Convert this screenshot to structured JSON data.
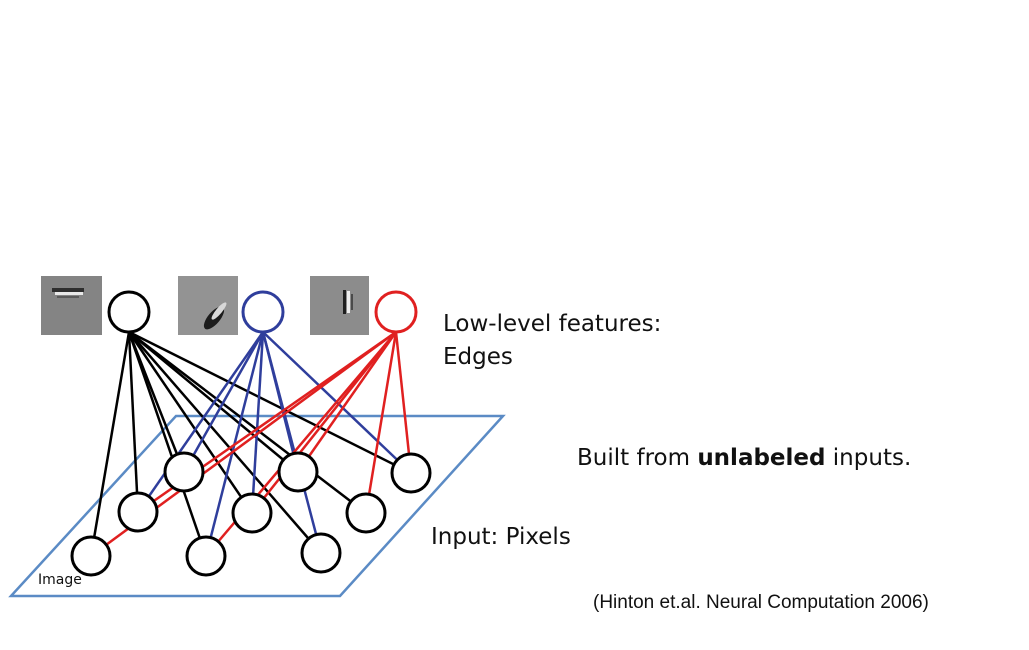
{
  "labels": {
    "low_level_line1": "Low-level features:",
    "low_level_line2": "Edges",
    "built_prefix": "Built from ",
    "built_bold": "unlabeled",
    "built_suffix": " inputs.",
    "input_pixels": "Input: Pixels",
    "image": "Image",
    "citation": "(Hinton et.al. Neural Computation 2006)"
  },
  "colors": {
    "black_unit": "#000000",
    "blue_unit": "#2f3e9c",
    "red_unit": "#e02020",
    "plane_border": "#5b8bc5"
  },
  "feature_patches": [
    {
      "name": "horizontal-edge-patch",
      "orientation": "horizontal"
    },
    {
      "name": "diagonal-edge-patch",
      "orientation": "diagonal"
    },
    {
      "name": "vertical-edge-patch",
      "orientation": "vertical"
    }
  ]
}
